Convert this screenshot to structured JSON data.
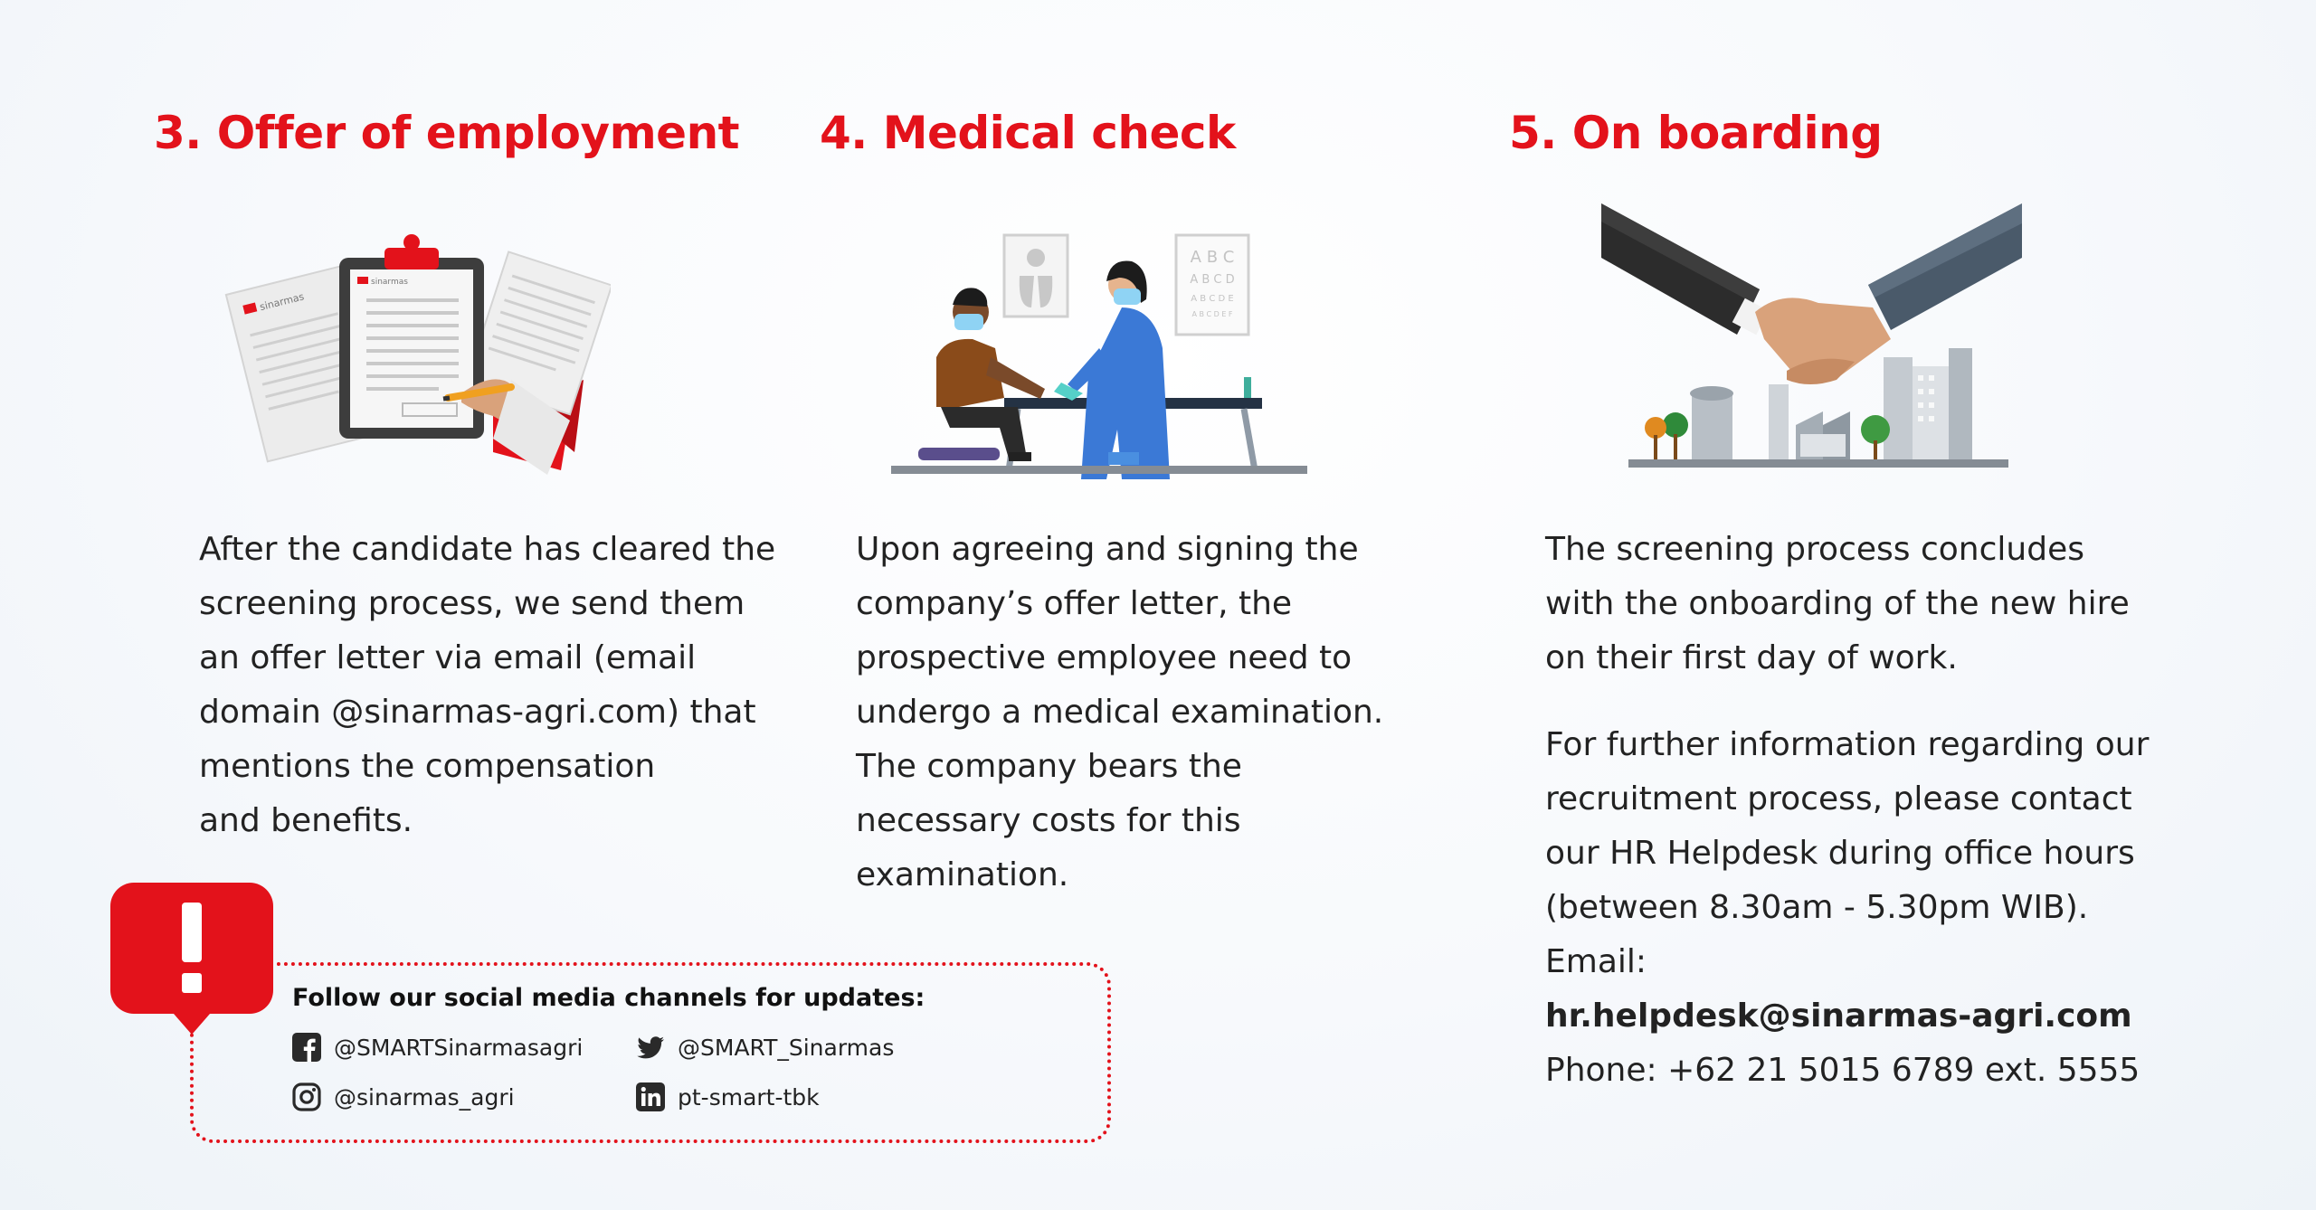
{
  "steps": [
    {
      "title": "3. Offer of employment",
      "lines": [
        "After the candidate has cleared the",
        "screening process, we send them",
        "an offer letter via email (email",
        "domain @sinarmas-agri.com) that",
        "mentions the compensation",
        "and benefits."
      ]
    },
    {
      "title": "4. Medical check",
      "lines": [
        "Upon agreeing and signing the",
        "company’s offer letter, the",
        "prospective employee need to",
        "undergo a medical examination.",
        "The company bears the",
        "necessary costs for this",
        "examination."
      ]
    },
    {
      "title": "5. On boarding",
      "lines": [
        "The screening process concludes",
        "with the onboarding of the new hire",
        "on their first day of work."
      ],
      "contact": {
        "lines": [
          "For further information regarding our",
          "recruitment process, please contact",
          "our HR Helpdesk during office hours",
          "(between 8.30am - 5.30pm WIB).",
          "Email:"
        ],
        "email": "hr.helpdesk@sinarmas-agri.com",
        "phone": "Phone: +62 21 5015 6789 ext. 5555"
      }
    }
  ],
  "illustrations": {
    "offer": {
      "logo_text": "sinarmas"
    },
    "medical": {
      "eye_chart_rows": [
        "A B C",
        "A B C D",
        "A B C D E",
        "A B C D E F"
      ]
    }
  },
  "social": {
    "heading": "Follow our social media channels for updates:",
    "channels": [
      {
        "icon": "facebook-icon",
        "handle": "@SMARTSinarmasagri"
      },
      {
        "icon": "twitter-icon",
        "handle": "@SMART_Sinarmas"
      },
      {
        "icon": "instagram-icon",
        "handle": "@sinarmas_agri"
      },
      {
        "icon": "linkedin-icon",
        "handle": "pt-smart-tbk"
      }
    ]
  },
  "colors": {
    "accent_red": "#e3121b",
    "text": "#222222",
    "nurse_blue": "#3b79d6",
    "patient_brown": "#8a4b1a"
  }
}
